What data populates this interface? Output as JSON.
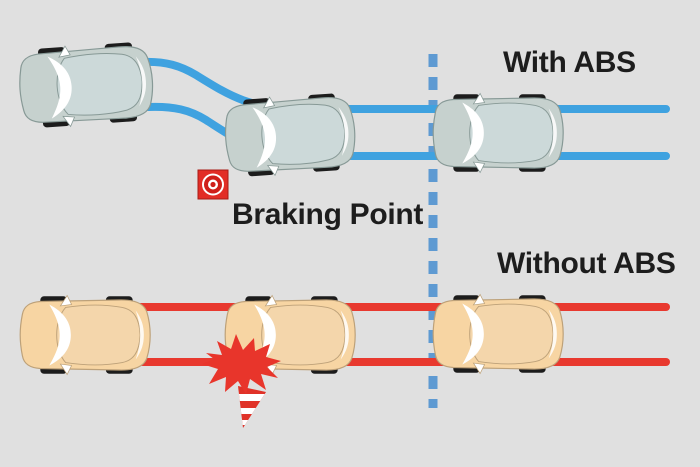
{
  "labels": {
    "with_abs": "With ABS",
    "without_abs": "Without ABS",
    "braking_point": "Braking Point"
  },
  "colors": {
    "background": "#e0e0e0",
    "abs_track": "#3fa2e0",
    "no_abs_track": "#e8392f",
    "divider_dash": "#5e9ad2",
    "wheel": "#1c1c1c",
    "crash": "#e8352b",
    "cone_red": "#e03228",
    "label_text": "#1d1d1d",
    "braking_icon_red": "#e22d26",
    "braking_icon_ring": "#cf1f1a"
  },
  "sections": [
    {
      "name": "With ABS",
      "car_color": "teal-gray",
      "track": "straight tracks from right, curving up-left around the obstacle after the braking line",
      "car_positions": [
        "approaching at braking line",
        "mid-swerve",
        "swerved clear at top-left"
      ],
      "crash": false
    },
    {
      "name": "Without ABS",
      "car_color": "tan",
      "track": "straight locked-wheel skid tracks through the obstacle",
      "car_positions": [
        "approaching at braking line",
        "hitting traffic cone",
        "stopped at left"
      ],
      "crash": true
    }
  ],
  "markers": {
    "braking_point_icon": "red square with white bullseye",
    "divider": "vertical dashed blue braking line",
    "obstacle": "knocked-over red/white striped traffic cone with red impact burst"
  }
}
